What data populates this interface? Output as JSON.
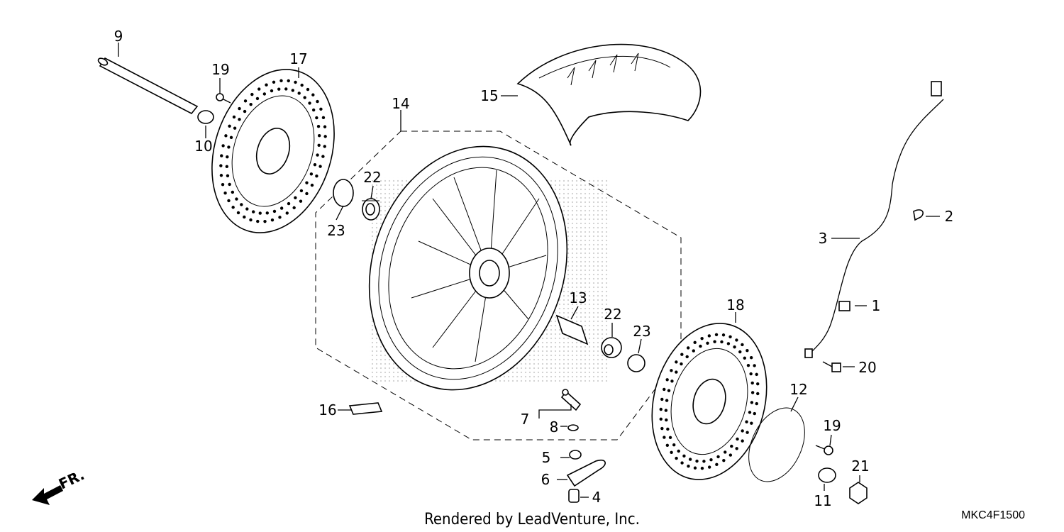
{
  "diagram": {
    "footer": "Rendered by LeadVenture, Inc.",
    "code": "MKC4F1500",
    "front_marker": "FR.",
    "callouts": [
      "1",
      "2",
      "3",
      "4",
      "5",
      "6",
      "7",
      "8",
      "9",
      "10",
      "11",
      "12",
      "13",
      "14",
      "15",
      "16",
      "17",
      "18",
      "19",
      "19",
      "20",
      "21",
      "22",
      "22",
      "23",
      "23"
    ],
    "callout_list": {
      "c1": "1",
      "c2": "2",
      "c3": "3",
      "c4": "4",
      "c5": "5",
      "c6": "6",
      "c7": "7",
      "c8": "8",
      "c9": "9",
      "c10": "10",
      "c11": "11",
      "c12": "12",
      "c13": "13",
      "c14": "14",
      "c15": "15",
      "c16": "16",
      "c17": "17",
      "c18": "18",
      "c19a": "19",
      "c19b": "19",
      "c20": "20",
      "c21": "21",
      "c22a": "22",
      "c22b": "22",
      "c23a": "23",
      "c23b": "23"
    }
  }
}
